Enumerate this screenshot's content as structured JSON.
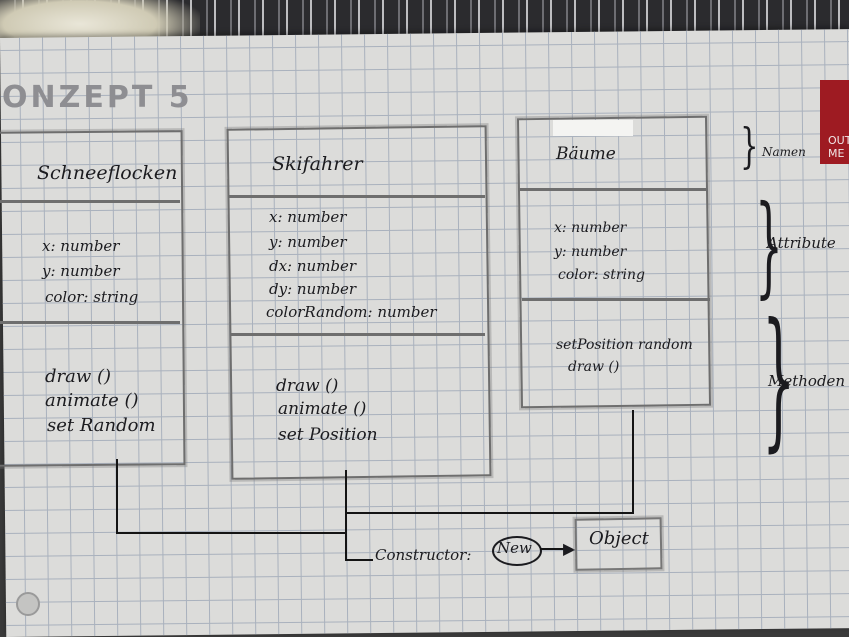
{
  "heading": "ONZEPT 5",
  "corner_label": "OUT\nME",
  "classes": [
    {
      "name": "Schneeflocken",
      "attributes": [
        "x: number",
        "y: number",
        "color: string"
      ],
      "methods": [
        "draw ()",
        "animate ()",
        "set Random"
      ]
    },
    {
      "name": "Skifahrer",
      "attributes": [
        "x: number",
        "y: number",
        "dx: number",
        "dy: number",
        "colorRandom: number"
      ],
      "methods": [
        "draw ()",
        "animate ()",
        "set Position"
      ]
    },
    {
      "name": "Bäume",
      "attributes": [
        "x: number",
        "y: number",
        "color: string"
      ],
      "methods": [
        "setPosition random",
        "draw ()"
      ]
    }
  ],
  "section_labels": {
    "names": "Namen",
    "attributes": "Attribute",
    "methods": "Methoden"
  },
  "connector": {
    "label": "Constructor:",
    "keyword": "New",
    "target": "Object"
  }
}
